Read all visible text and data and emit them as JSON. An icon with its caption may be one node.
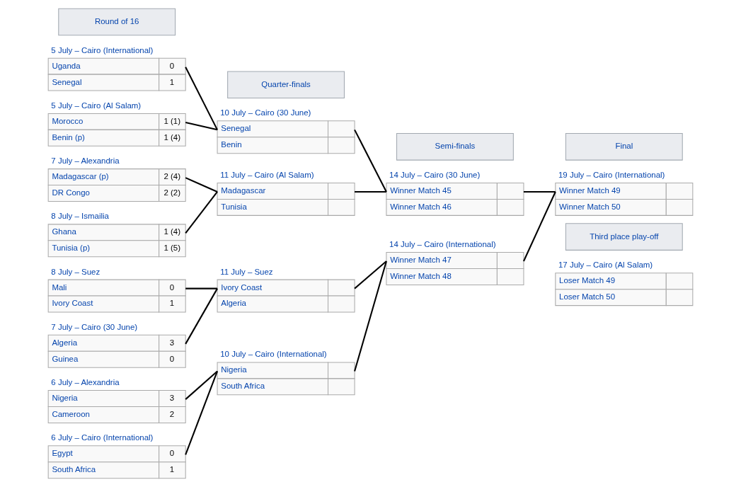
{
  "diagram": {
    "nodes": [
      {
        "text": [
          "5 July – Cairo (International)",
          "Uganda",
          "0",
          "Senegal",
          "1"
        ]
      },
      {
        "text": [
          "5 July – Cairo (Al Salam)",
          "Morocco",
          "1 (1)",
          "Benin (p)",
          "1 (4)"
        ]
      },
      {
        "text": [
          "7 July – Alexandria",
          "Madagascar (p)",
          "2 (4)",
          "DR Congo",
          "2 (2)"
        ]
      },
      {
        "text": [
          "8 July – Ismailia",
          "Ghana",
          "1 (4)",
          "Tunisia (p)",
          "1 (5)"
        ]
      },
      {
        "text": [
          "8 July – Suez",
          "Mali",
          "0",
          "Ivory Coast",
          "1"
        ]
      },
      {
        "text": [
          "7 July – Cairo (30 June)",
          "Algeria",
          "3",
          "Guinea",
          "0"
        ]
      },
      {
        "text": [
          "6 July – Alexandria",
          "Nigeria",
          "3",
          "Cameroon",
          "2"
        ]
      },
      {
        "text": [
          "6 July – Cairo (International)",
          "Egypt",
          "0",
          "South Africa",
          "1"
        ]
      },
      {
        "text": [
          "10 July – Cairo (30 June)",
          "Senegal",
          "Benin"
        ]
      },
      {
        "text": [
          "11 July – Cairo (Al Salam)",
          "Madagascar",
          "Tunisia"
        ]
      },
      {
        "text": [
          "11 July – Suez",
          "Ivory Coast",
          "Algeria"
        ]
      },
      {
        "text": [
          "10 July – Cairo (International)",
          "Nigeria",
          "South Africa"
        ]
      },
      {
        "text": [
          "14 July – Cairo (30 June)",
          "Winner Match 45",
          "Winner Match 46"
        ]
      },
      {
        "text": [
          "14 July – Cairo (International)",
          "Winner Match 47",
          "Winner Match 48"
        ]
      },
      {
        "text": [
          "19 July – Cairo (International)",
          "Winner Match 49",
          "Winner Match 50"
        ]
      },
      {
        "text": [
          "17 July – Cairo (Al Salam)",
          "Loser Match 49",
          "Loser Match 50"
        ]
      }
    ],
    "edges": [
      {
        "from": 0,
        "to": 8,
        "arrow": "none"
      },
      {
        "from": 1,
        "to": 8,
        "arrow": "none"
      },
      {
        "from": 2,
        "to": 9,
        "arrow": "none"
      },
      {
        "from": 3,
        "to": 9,
        "arrow": "none"
      },
      {
        "from": 4,
        "to": 10,
        "arrow": "none"
      },
      {
        "from": 5,
        "to": 10,
        "arrow": "none"
      },
      {
        "from": 6,
        "to": 11,
        "arrow": "none"
      },
      {
        "from": 7,
        "to": 11,
        "arrow": "none"
      },
      {
        "from": 8,
        "to": 12,
        "arrow": "none"
      },
      {
        "from": 9,
        "to": 12,
        "arrow": "none"
      },
      {
        "from": 10,
        "to": 13,
        "arrow": "none"
      },
      {
        "from": 11,
        "to": 13,
        "arrow": "none"
      },
      {
        "from": 12,
        "to": 14,
        "arrow": "none"
      },
      {
        "from": 13,
        "to": 14,
        "arrow": "none"
      }
    ],
    "labels": [
      "Round of 16",
      "Quarter-finals",
      "Semi-finals",
      "Final",
      "Third place play-off"
    ]
  }
}
